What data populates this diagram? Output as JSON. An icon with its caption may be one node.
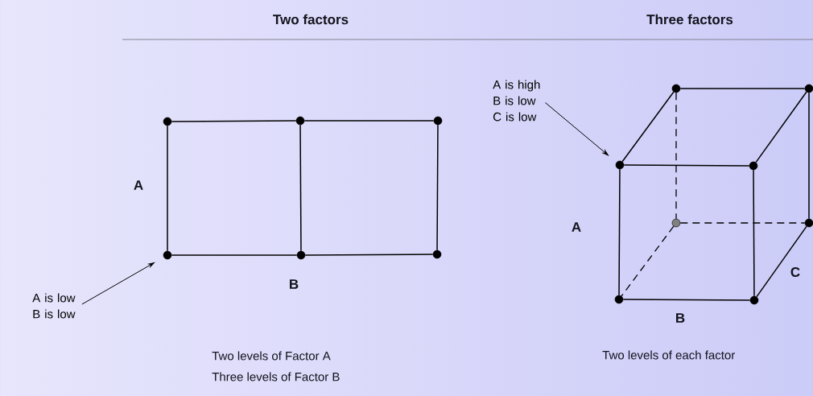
{
  "diagram": {
    "nodes": [
      {
        "text": [],
        "shape": "circle"
      },
      {
        "text": [],
        "shape": "circle"
      },
      {
        "text": [],
        "shape": "circle"
      },
      {
        "text": [],
        "shape": "circle"
      },
      {
        "text": [],
        "shape": "circle"
      },
      {
        "text": [],
        "shape": "circle"
      },
      {
        "text": [
          "A is low B is low"
        ]
      },
      {
        "text": [
          "A is high B is low C is low"
        ]
      },
      {
        "text": [],
        "shape": "circle"
      },
      {
        "text": [],
        "shape": "circle"
      },
      {
        "text": [],
        "shape": "circle"
      },
      {
        "text": [],
        "shape": "circle"
      },
      {
        "text": [],
        "shape": "circle"
      },
      {
        "text": [],
        "shape": "circle"
      },
      {
        "text": [],
        "shape": "circle"
      },
      {
        "text": [],
        "shape": "circle"
      }
    ],
    "edges": [
      {
        "from": 0,
        "to": 1,
        "arrow": "none"
      },
      {
        "from": 1,
        "to": 2,
        "arrow": "none"
      },
      {
        "from": 3,
        "to": 4,
        "arrow": "none"
      },
      {
        "from": 4,
        "to": 5,
        "arrow": "none"
      },
      {
        "from": 0,
        "to": 3,
        "arrow": "none"
      },
      {
        "from": 1,
        "to": 4,
        "arrow": "none"
      },
      {
        "from": 2,
        "to": 5,
        "arrow": "none"
      },
      {
        "from": 6,
        "to": 3,
        "arrow": "to"
      },
      {
        "from": 7,
        "to": 10,
        "arrow": "to"
      },
      {
        "from": 8,
        "to": 9,
        "arrow": "none"
      },
      {
        "from": 10,
        "to": 11,
        "arrow": "none"
      },
      {
        "from": 12,
        "to": 13,
        "arrow": "none"
      },
      {
        "from": 10,
        "to": 12,
        "arrow": "none"
      },
      {
        "from": 11,
        "to": 13,
        "arrow": "none"
      },
      {
        "from": 10,
        "to": 8,
        "arrow": "none"
      },
      {
        "from": 11,
        "to": 9,
        "arrow": "none"
      },
      {
        "from": 9,
        "to": 15,
        "arrow": "none"
      },
      {
        "from": 13,
        "to": 15,
        "arrow": "none"
      },
      {
        "from": 8,
        "to": 14,
        "arrow": "none",
        "style": "dashed"
      },
      {
        "from": 14,
        "to": 15,
        "arrow": "none",
        "style": "dashed"
      },
      {
        "from": 14,
        "to": 12,
        "arrow": "none",
        "style": "dashed"
      }
    ],
    "labels": [
      "Two factors",
      "Three factors",
      "A",
      "A",
      "B",
      "C",
      "B",
      "Two levels of Factor A",
      "Three levels of Factor B",
      "Two levels of each factor"
    ]
  }
}
